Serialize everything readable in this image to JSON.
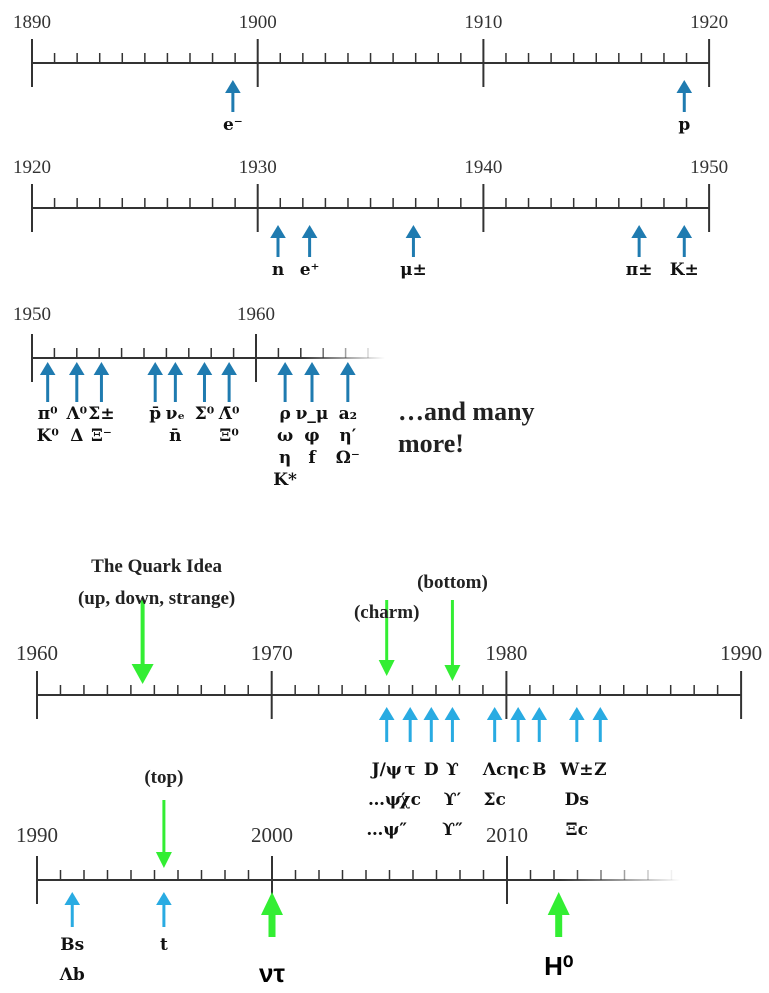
{
  "colors": {
    "arrow_dark": "#1f7bb0",
    "arrow_light": "#29abe2",
    "arrow_green": "#33ee33",
    "axis": "#333333"
  },
  "timelines": [
    {
      "start": 1890,
      "end": 1920,
      "labels": [
        "1890",
        "1900",
        "1910",
        "1920"
      ],
      "particles": [
        {
          "year": 1898.9,
          "lines": [
            "e⁻"
          ]
        },
        {
          "year": 1918.9,
          "lines": [
            "p"
          ]
        }
      ]
    },
    {
      "start": 1920,
      "end": 1950,
      "labels": [
        "1920",
        "1930",
        "1940",
        "1950"
      ],
      "particles": [
        {
          "year": 1930.9,
          "lines": [
            "n"
          ]
        },
        {
          "year": 1932.3,
          "lines": [
            "e⁺"
          ]
        },
        {
          "year": 1936.9,
          "lines": [
            "μ±"
          ]
        },
        {
          "year": 1946.9,
          "lines": [
            "π±"
          ]
        },
        {
          "year": 1948.9,
          "lines": [
            "K±"
          ]
        }
      ]
    },
    {
      "start": 1950,
      "end": 1965,
      "labels": [
        "1950",
        "1960"
      ],
      "fade": true,
      "note_lines": [
        "…and many",
        "more!"
      ],
      "particles": [
        {
          "year": 1950.7,
          "lines": [
            "π⁰",
            "K⁰"
          ]
        },
        {
          "year": 1952.0,
          "lines": [
            "Λ⁰",
            "Δ"
          ]
        },
        {
          "year": 1953.1,
          "lines": [
            "Σ±",
            "Ξ⁻"
          ]
        },
        {
          "year": 1955.5,
          "lines": [
            "p̄"
          ]
        },
        {
          "year": 1956.4,
          "lines": [
            "νₑ",
            "n̄"
          ]
        },
        {
          "year": 1957.7,
          "lines": [
            "Σ⁰"
          ]
        },
        {
          "year": 1958.8,
          "lines": [
            "Λ̄⁰",
            "Ξ⁰"
          ]
        },
        {
          "year": 1961.3,
          "lines": [
            "ρ",
            "ω",
            "η",
            "K*"
          ]
        },
        {
          "year": 1962.5,
          "lines": [
            "ν_μ",
            "φ",
            "f"
          ]
        },
        {
          "year": 1964.1,
          "lines": [
            "a₂",
            "η′",
            "Ω⁻"
          ]
        }
      ]
    },
    {
      "start": 1960,
      "end": 1990,
      "labels": [
        "1960",
        "1970",
        "1980",
        "1990"
      ],
      "theory": [
        {
          "year": 1964.5,
          "lines": [
            "The Quark Idea",
            "(up, down, strange)"
          ]
        },
        {
          "year": 1974.9,
          "lines": [
            "(charm)"
          ]
        },
        {
          "year": 1977.7,
          "lines": [
            "(bottom)"
          ]
        }
      ],
      "particles": [
        {
          "year": 1974.9,
          "lines": [
            "J/ψ",
            "…ψ′",
            "…ψ″"
          ]
        },
        {
          "year": 1975.9,
          "lines": [
            "τ",
            "χc"
          ]
        },
        {
          "year": 1976.8,
          "lines": [
            "D"
          ]
        },
        {
          "year": 1977.7,
          "lines": [
            "ϒ",
            "ϒ′",
            "ϒ″"
          ]
        },
        {
          "year": 1979.5,
          "lines": [
            "Λc",
            "Σc"
          ]
        },
        {
          "year": 1980.5,
          "lines": [
            "ηc"
          ]
        },
        {
          "year": 1981.4,
          "lines": [
            "B"
          ]
        },
        {
          "year": 1983.0,
          "lines": [
            "W±",
            "Ds",
            "Ξc"
          ]
        },
        {
          "year": 1984.0,
          "lines": [
            "Z"
          ]
        }
      ]
    },
    {
      "start": 1990,
      "end": 2017,
      "labels": [
        "1990",
        "2000",
        "2010"
      ],
      "fade": true,
      "theory": [
        {
          "year": 1995.4,
          "lines": [
            "(top)"
          ]
        }
      ],
      "particles": [
        {
          "year": 1991.5,
          "lines": [
            "Bs",
            "Λb"
          ]
        },
        {
          "year": 1995.4,
          "lines": [
            "t"
          ]
        }
      ],
      "big": [
        {
          "year": 2000.0,
          "label": "ντ"
        },
        {
          "year": 2012.2,
          "label": "H⁰"
        }
      ]
    }
  ]
}
